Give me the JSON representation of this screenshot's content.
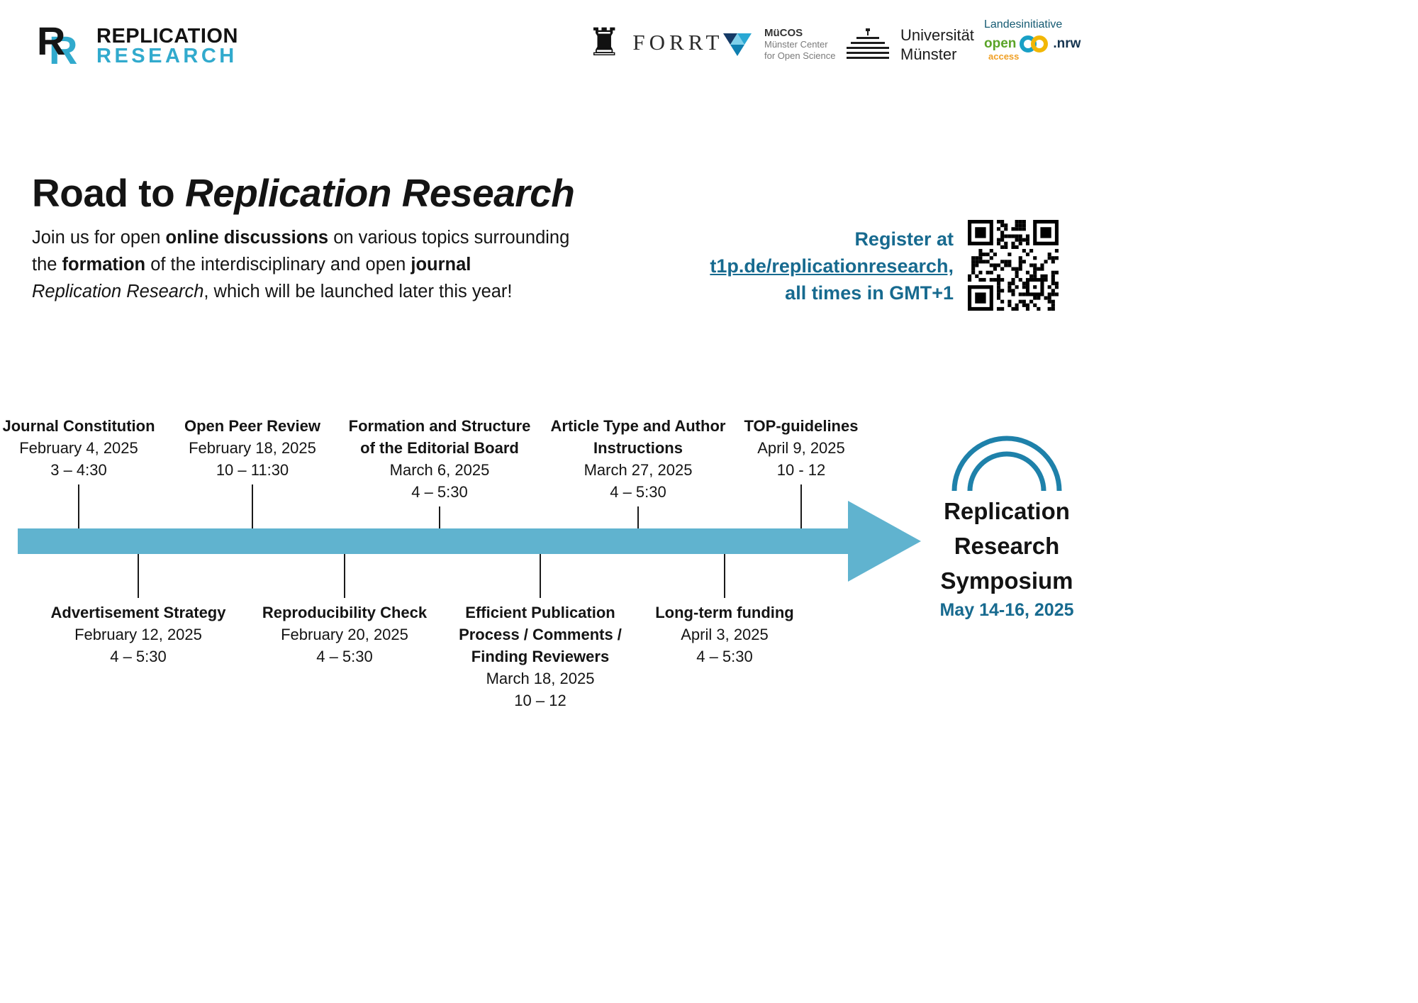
{
  "colors": {
    "brand_cyan": "#31aacd",
    "link_teal": "#176a8f",
    "arrow_teal": "#60b3cf",
    "arc_teal": "#1e81aa",
    "oa_green": "#5aa428",
    "oa_yellow": "#f2b705",
    "oa_navy": "#15344f"
  },
  "brand": {
    "mark_letter": "R",
    "line1": "REPLICATION",
    "line2": "RESEARCH"
  },
  "partners": {
    "forrt": {
      "castle_glyph": "♜",
      "label": "FORRT"
    },
    "mucos": {
      "name": "MüCOS",
      "line1": "Münster Center",
      "line2": "for Open Science"
    },
    "uni": {
      "line1": "Universität",
      "line2": "Münster"
    },
    "oa": {
      "top": "Landesinitiative",
      "open": "open",
      "access": "access",
      "nrw": ".nrw"
    }
  },
  "intro": {
    "title_regular": "Road to ",
    "title_italic": "Replication Research",
    "p1": "Join us for open ",
    "p2": "online discussions",
    "p3": " on various topics surrounding",
    "p4": "the ",
    "p5": "formation",
    "p6": " of the interdisciplinary and open ",
    "p7": "journal",
    "p8": "Replication Research",
    "p9": ", which will be launched later this year!"
  },
  "register": {
    "line1": "Register at",
    "link": "t1p.de/replicationresearch,",
    "line3": "all times in GMT+1"
  },
  "timeline": {
    "above": [
      {
        "title": [
          "Journal Constitution"
        ],
        "date": "February 4, 2025",
        "time": "3 – 4:30"
      },
      {
        "title": [
          "Open Peer Review"
        ],
        "date": "February 18, 2025",
        "time": "10 – 11:30"
      },
      {
        "title": [
          "Formation and Structure",
          "of the Editorial Board"
        ],
        "date": "March 6, 2025",
        "time": "4 – 5:30"
      },
      {
        "title": [
          "Article Type and Author",
          "Instructions"
        ],
        "date": "March 27, 2025",
        "time": "4 – 5:30"
      },
      {
        "title": [
          "TOP-guidelines"
        ],
        "date": "April 9, 2025",
        "time": "10 - 12"
      }
    ],
    "below": [
      {
        "title": [
          "Advertisement Strategy"
        ],
        "date": "February 12, 2025",
        "time": "4 – 5:30"
      },
      {
        "title": [
          "Reproducibility Check"
        ],
        "date": "February 20, 2025",
        "time": "4 – 5:30"
      },
      {
        "title": [
          "Efficient Publication",
          "Process / Comments /",
          "Finding Reviewers"
        ],
        "date": "March 18, 2025",
        "time": "10 – 12"
      },
      {
        "title": [
          "Long-term funding"
        ],
        "date": "April 3, 2025",
        "time": "4 – 5:30"
      }
    ]
  },
  "symposium": {
    "line1": "Replication",
    "line2": "Research",
    "line3": "Symposium",
    "date": "May 14-16, 2025"
  }
}
